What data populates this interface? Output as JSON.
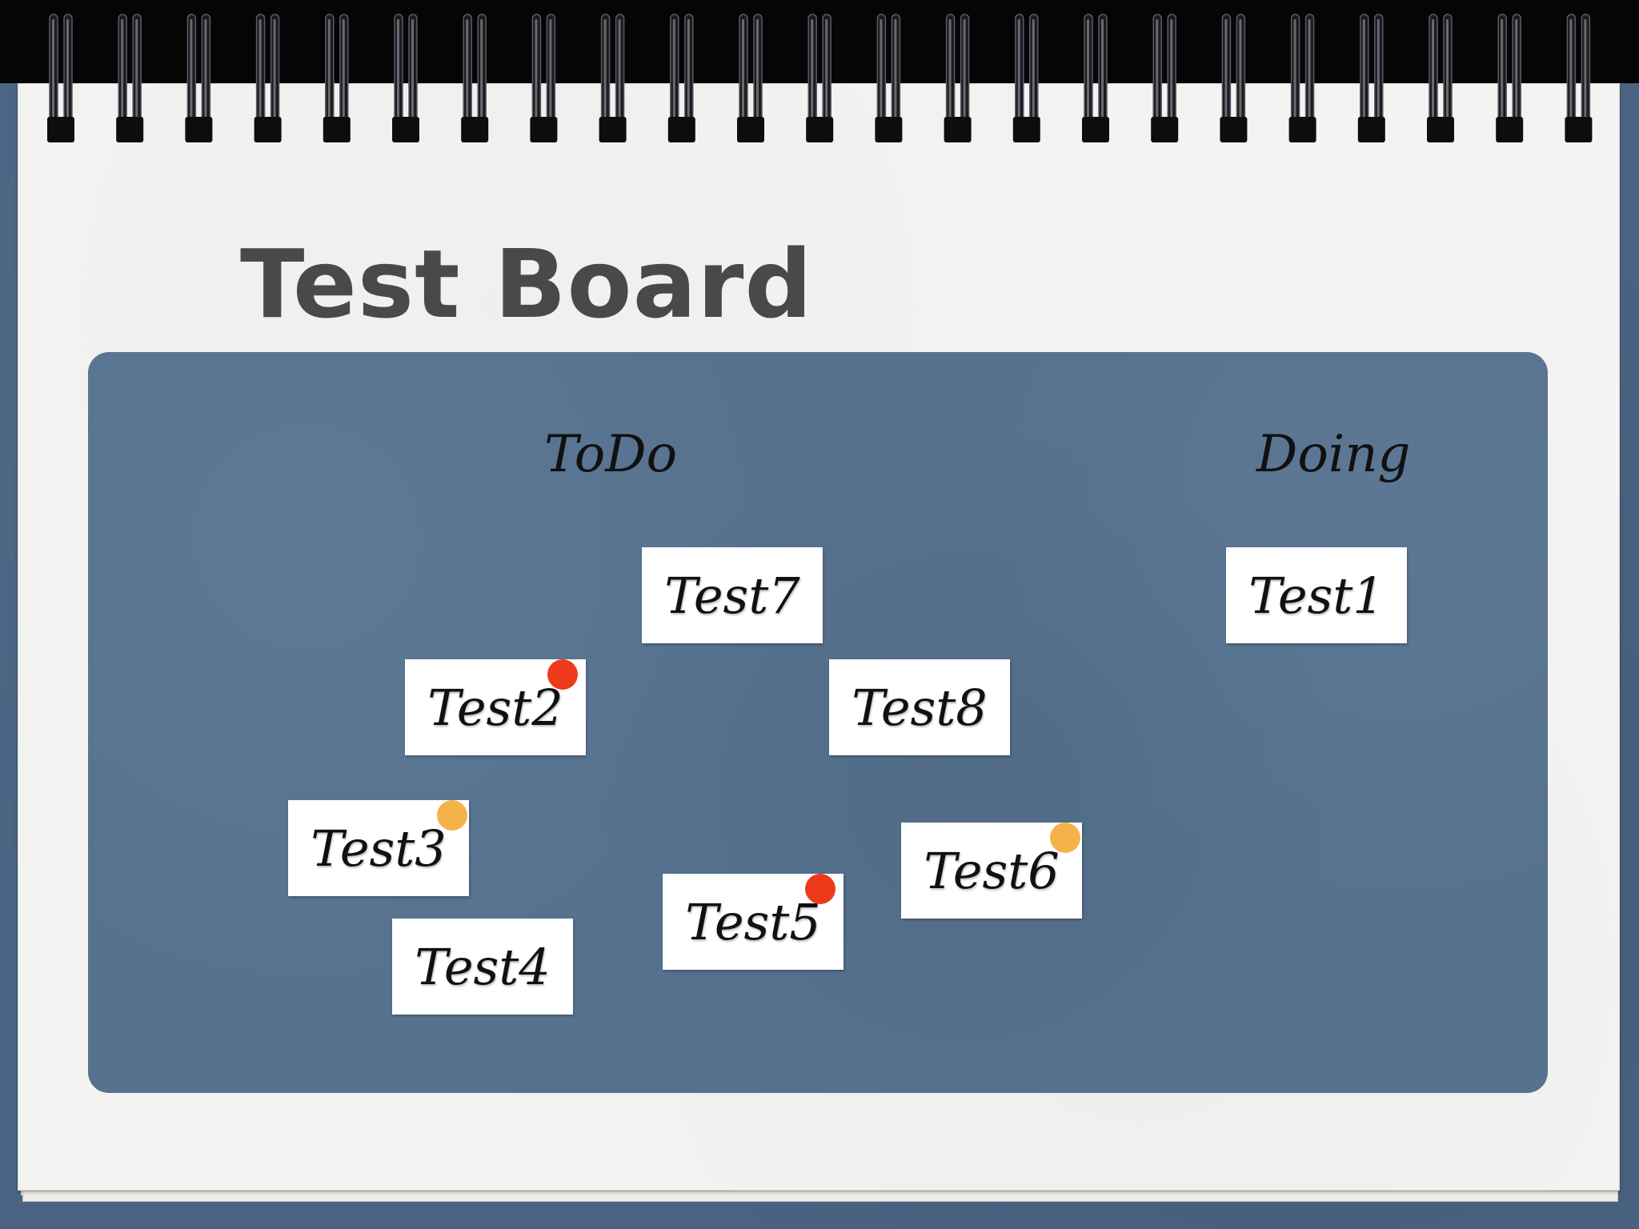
{
  "title": "Test Board",
  "columns": [
    {
      "id": "todo",
      "label": "ToDo"
    },
    {
      "id": "doing",
      "label": "Doing"
    }
  ],
  "cards": [
    {
      "id": "test7",
      "label": "Test7",
      "dot": null
    },
    {
      "id": "test1",
      "label": "Test1",
      "dot": null
    },
    {
      "id": "test2",
      "label": "Test2",
      "dot": "red"
    },
    {
      "id": "test8",
      "label": "Test8",
      "dot": null
    },
    {
      "id": "test3",
      "label": "Test3",
      "dot": "orange"
    },
    {
      "id": "test6",
      "label": "Test6",
      "dot": "orange"
    },
    {
      "id": "test5",
      "label": "Test5",
      "dot": "red"
    },
    {
      "id": "test4",
      "label": "Test4",
      "dot": null
    }
  ],
  "colors": {
    "background": "#4a6382",
    "paper": "#f3f3f1",
    "board": "#56728f",
    "title": "#49494b",
    "dot_red": "#ee3a1a",
    "dot_orange": "#f6b24a",
    "chalk_black": "#0a0a0a",
    "chalk_white": "#eeeeee"
  }
}
